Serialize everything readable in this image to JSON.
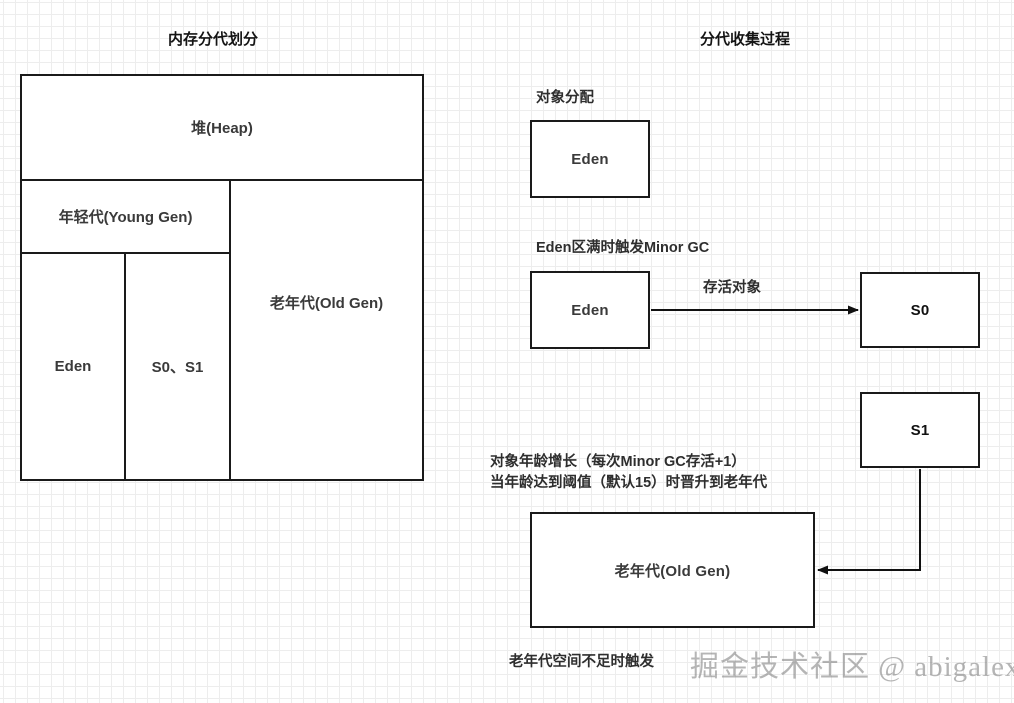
{
  "panels": {
    "left": {
      "title": "内存分代划分",
      "heap": "堆(Heap)",
      "young": "年轻代(Young Gen)",
      "eden": "Eden",
      "survivor": "S0、S1",
      "old": "老年代(Old Gen)"
    },
    "right": {
      "title": "分代收集过程",
      "step1_label": "对象分配",
      "step1_box": "Eden",
      "step2_label": "Eden区满时触发Minor GC",
      "step2_box": "Eden",
      "step2_edge": "存活对象",
      "s0_box": "S0",
      "s1_box": "S1",
      "step3_line1": "对象年龄增长（每次Minor GC存活+1）",
      "step3_line2": "当年龄达到阈值（默认15）时晋升到老年代",
      "old_box": "老年代(Old Gen)",
      "step4_label": "老年代空间不足时触发"
    }
  },
  "watermark": "掘金技术社区 @ abigalexy",
  "colors": {
    "stroke": "#1a1a1a",
    "text": "#3a3a3a",
    "title": "#141414",
    "grid_minor": "#ededed",
    "grid_major": "#d8d8d8",
    "background": "#ffffff"
  }
}
